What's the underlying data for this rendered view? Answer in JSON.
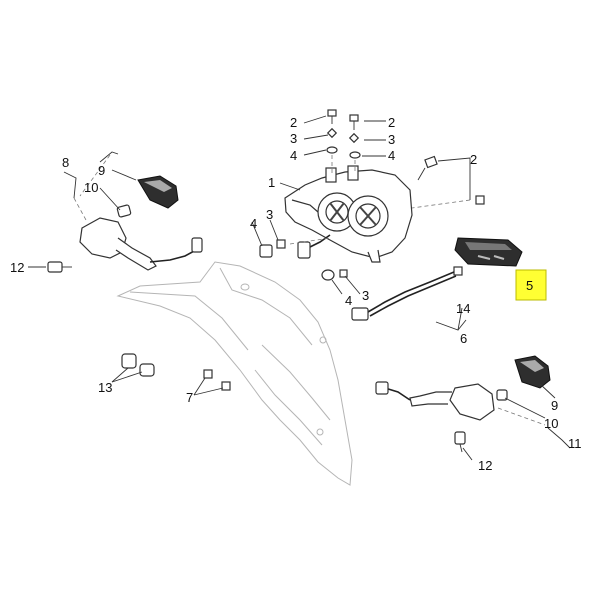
{
  "diagram": {
    "callouts": {
      "c1": "1",
      "c2a": "2",
      "c2b": "2",
      "c2c": "2",
      "c3a": "3",
      "c3b": "3",
      "c3c": "3",
      "c3d": "3",
      "c4a": "4",
      "c4b": "4",
      "c4c": "4",
      "c4d": "4",
      "c5": "5",
      "c6": "6",
      "c7": "7",
      "c8": "8",
      "c9a": "9",
      "c9b": "9",
      "c10a": "10",
      "c10b": "10",
      "c11": "11",
      "c12a": "12",
      "c12b": "12",
      "c13": "13",
      "c14": "14"
    },
    "highlight_color": "#ffff33",
    "highlighted_callout": "5"
  }
}
